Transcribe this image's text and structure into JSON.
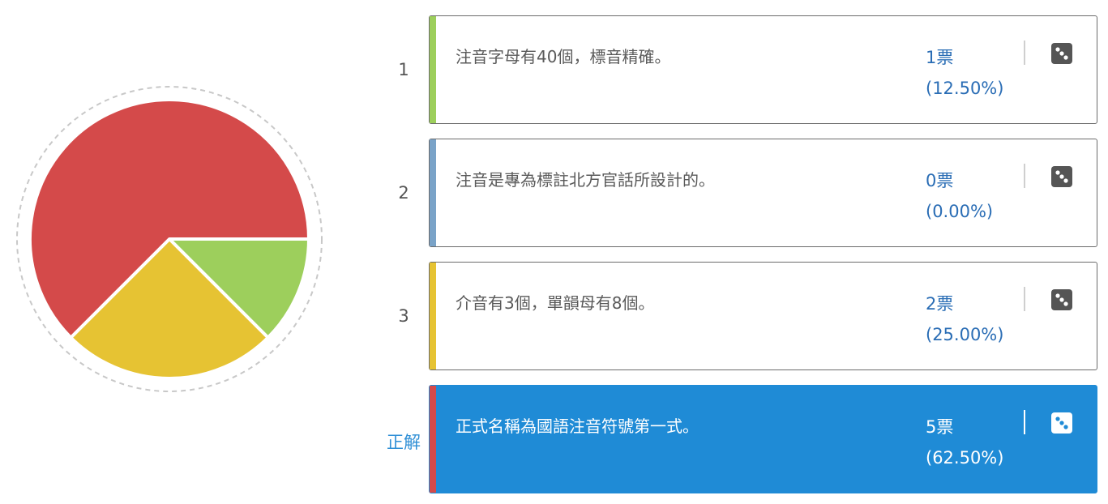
{
  "chart_data": {
    "type": "pie",
    "categories": [
      "1",
      "2",
      "3",
      "正解"
    ],
    "values": [
      1,
      0,
      2,
      5
    ],
    "percent": [
      12.5,
      0,
      25,
      62.5
    ],
    "colors": [
      "#9dcf5c",
      "#7aa3c8",
      "#e6c333",
      "#d44a4a"
    ]
  },
  "options": [
    {
      "label": "1",
      "text": "注音字母有40個，標音精確。",
      "votes": "1票",
      "percent": "(12.50%)",
      "color": "#9dcf5c",
      "icon": "dice-icon",
      "correct": false
    },
    {
      "label": "2",
      "text": "注音是專為標註北方官話所設計的。",
      "votes": "0票",
      "percent": "(0.00%)",
      "color": "#7aa3c8",
      "icon": "dice-icon",
      "correct": false
    },
    {
      "label": "3",
      "text": "介音有3個，單韻母有8個。",
      "votes": "2票",
      "percent": "(25.00%)",
      "color": "#e6c333",
      "icon": "dice-icon",
      "correct": false
    },
    {
      "label": "正解",
      "text": "正式名稱為國語注音符號第一式。",
      "votes": "5票",
      "percent": "(62.50%)",
      "color": "#d44a4a",
      "icon": "dice-icon",
      "correct": true
    }
  ],
  "colors": {
    "accent": "#1f8bd6",
    "vote_text": "#2a6db5",
    "border": "#6b6b6b"
  }
}
